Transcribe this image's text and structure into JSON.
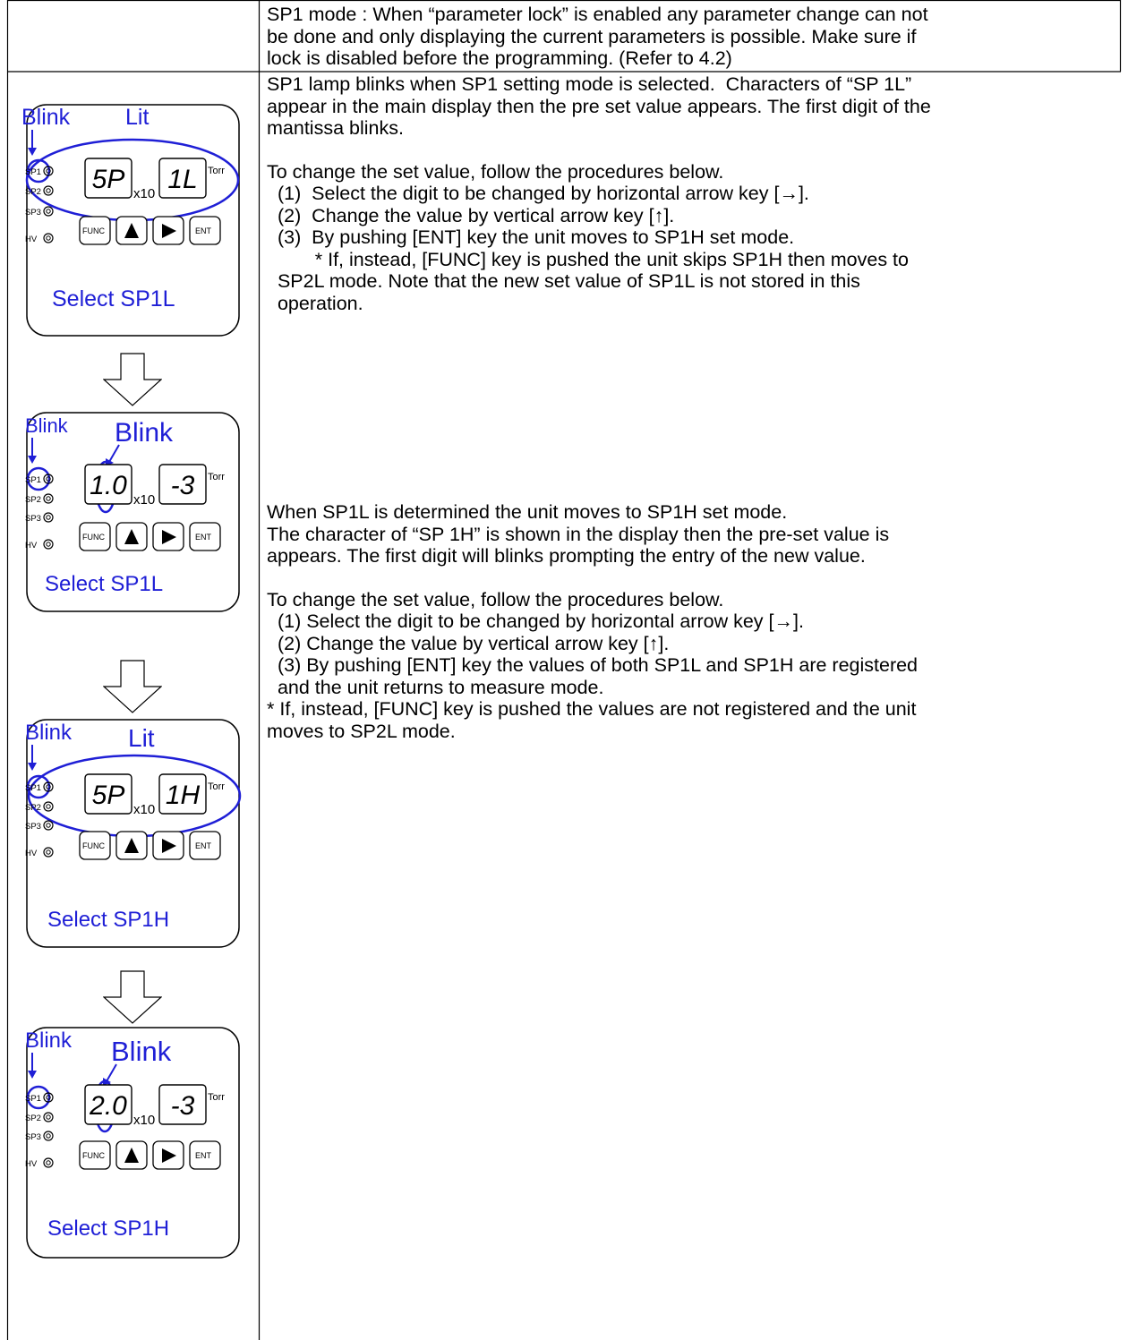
{
  "intro": {
    "lines": [
      "SP1 mode : When “parameter lock” is enabled any parameter change can not",
      "be done and only displaying the current parameters is possible. Make sure if",
      "lock is disabled before the programming. (Refer to 4.2)"
    ]
  },
  "section1": {
    "lines": [
      "SP1 lamp blinks when SP1 setting mode is selected.  Characters of “SP 1L”",
      "appear in the main display then the pre set value appears. The first digit of the",
      "mantissa blinks."
    ],
    "procedure_intro": "To change the set value, follow the procedures below.",
    "steps": [
      "  (1)  Select the digit to be changed by horizontal arrow key [→].",
      "  (2)  Change the value by vertical arrow key [↑].",
      "  (3)  By pushing [ENT] key the unit moves to SP1H set mode.",
      "         * If, instead, [FUNC] key is pushed the unit skips SP1H then moves to",
      "  SP2L mode. Note that the new set value of SP1L is not stored in this",
      "  operation."
    ]
  },
  "section2": {
    "lines": [
      "When SP1L is determined the unit moves to SP1H set mode.",
      "The character of “SP 1H” is shown in the display then the pre-set value is",
      "appears. The first digit will blinks prompting the entry of the new value."
    ],
    "procedure_intro": "To change the set value, follow the procedures below.",
    "steps": [
      "  (1) Select the digit to be changed by horizontal arrow key [→].",
      "  (2) Change the value by vertical arrow key [↑].",
      "  (3) By pushing [ENT] key the values of both SP1L and SP1H are registered",
      "  and the unit returns to measure mode.",
      "* If, instead, [FUNC] key is pushed the values are not registered and the unit",
      "moves to SP2L mode."
    ]
  },
  "panel_common": {
    "lamps": [
      "SP1",
      "SP2",
      "SP3",
      "HV"
    ],
    "multiplier": "x10",
    "unit": "Torr",
    "keys": {
      "func": "FUNC",
      "enter": "ENT"
    },
    "annotation_left": "Blink"
  },
  "panels": [
    {
      "display_left": "5P",
      "display_right": "1L",
      "annotation_right": "Lit",
      "caption": "Select SP1L"
    },
    {
      "display_left": "1.0",
      "display_right": "-3",
      "annotation_right": "Blink",
      "caption": "Select SP1L"
    },
    {
      "display_left": "5P",
      "display_right": "1H",
      "annotation_right": "Lit",
      "caption": "Select SP1H"
    },
    {
      "display_left": "2.0",
      "display_right": "-3",
      "annotation_right": "Blink",
      "caption": "Select SP1H"
    }
  ],
  "colors": {
    "annotation": "#1f1fd6",
    "caption": "#1f1fd6",
    "line": "#000000"
  }
}
